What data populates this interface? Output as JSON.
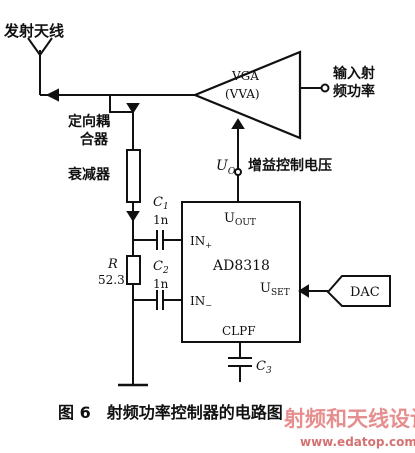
{
  "labels": {
    "antenna": "发射天线",
    "input_rf": [
      "输入射",
      "频功率"
    ],
    "vga": "VGA",
    "vva": "(VVA)",
    "coupler": [
      "定向耦",
      "合器"
    ],
    "attenuator": "衰减器",
    "c1": "C",
    "c1_sub": "1",
    "c1_val": "1n",
    "c2": "C",
    "c2_sub": "2",
    "c2_val": "1n",
    "r": "R",
    "r_val": "52.3",
    "u0": "U",
    "u0_sub": "O",
    "gain_ctrl": "增益控制电压",
    "uout": "U",
    "uout_sub": "OUT",
    "chip": "AD8318",
    "in_plus": "IN",
    "in_plus_sub": "+",
    "in_minus": "IN",
    "in_minus_sub": "−",
    "uset": "U",
    "uset_sub": "SET",
    "dac": "DAC",
    "clpf": "CLPF",
    "c3": "C",
    "c3_sub": "3"
  },
  "caption": "图 6　射频功率控制器的电路图",
  "watermark": {
    "title": "射频和天线设计",
    "url": "www.edatop.com"
  }
}
